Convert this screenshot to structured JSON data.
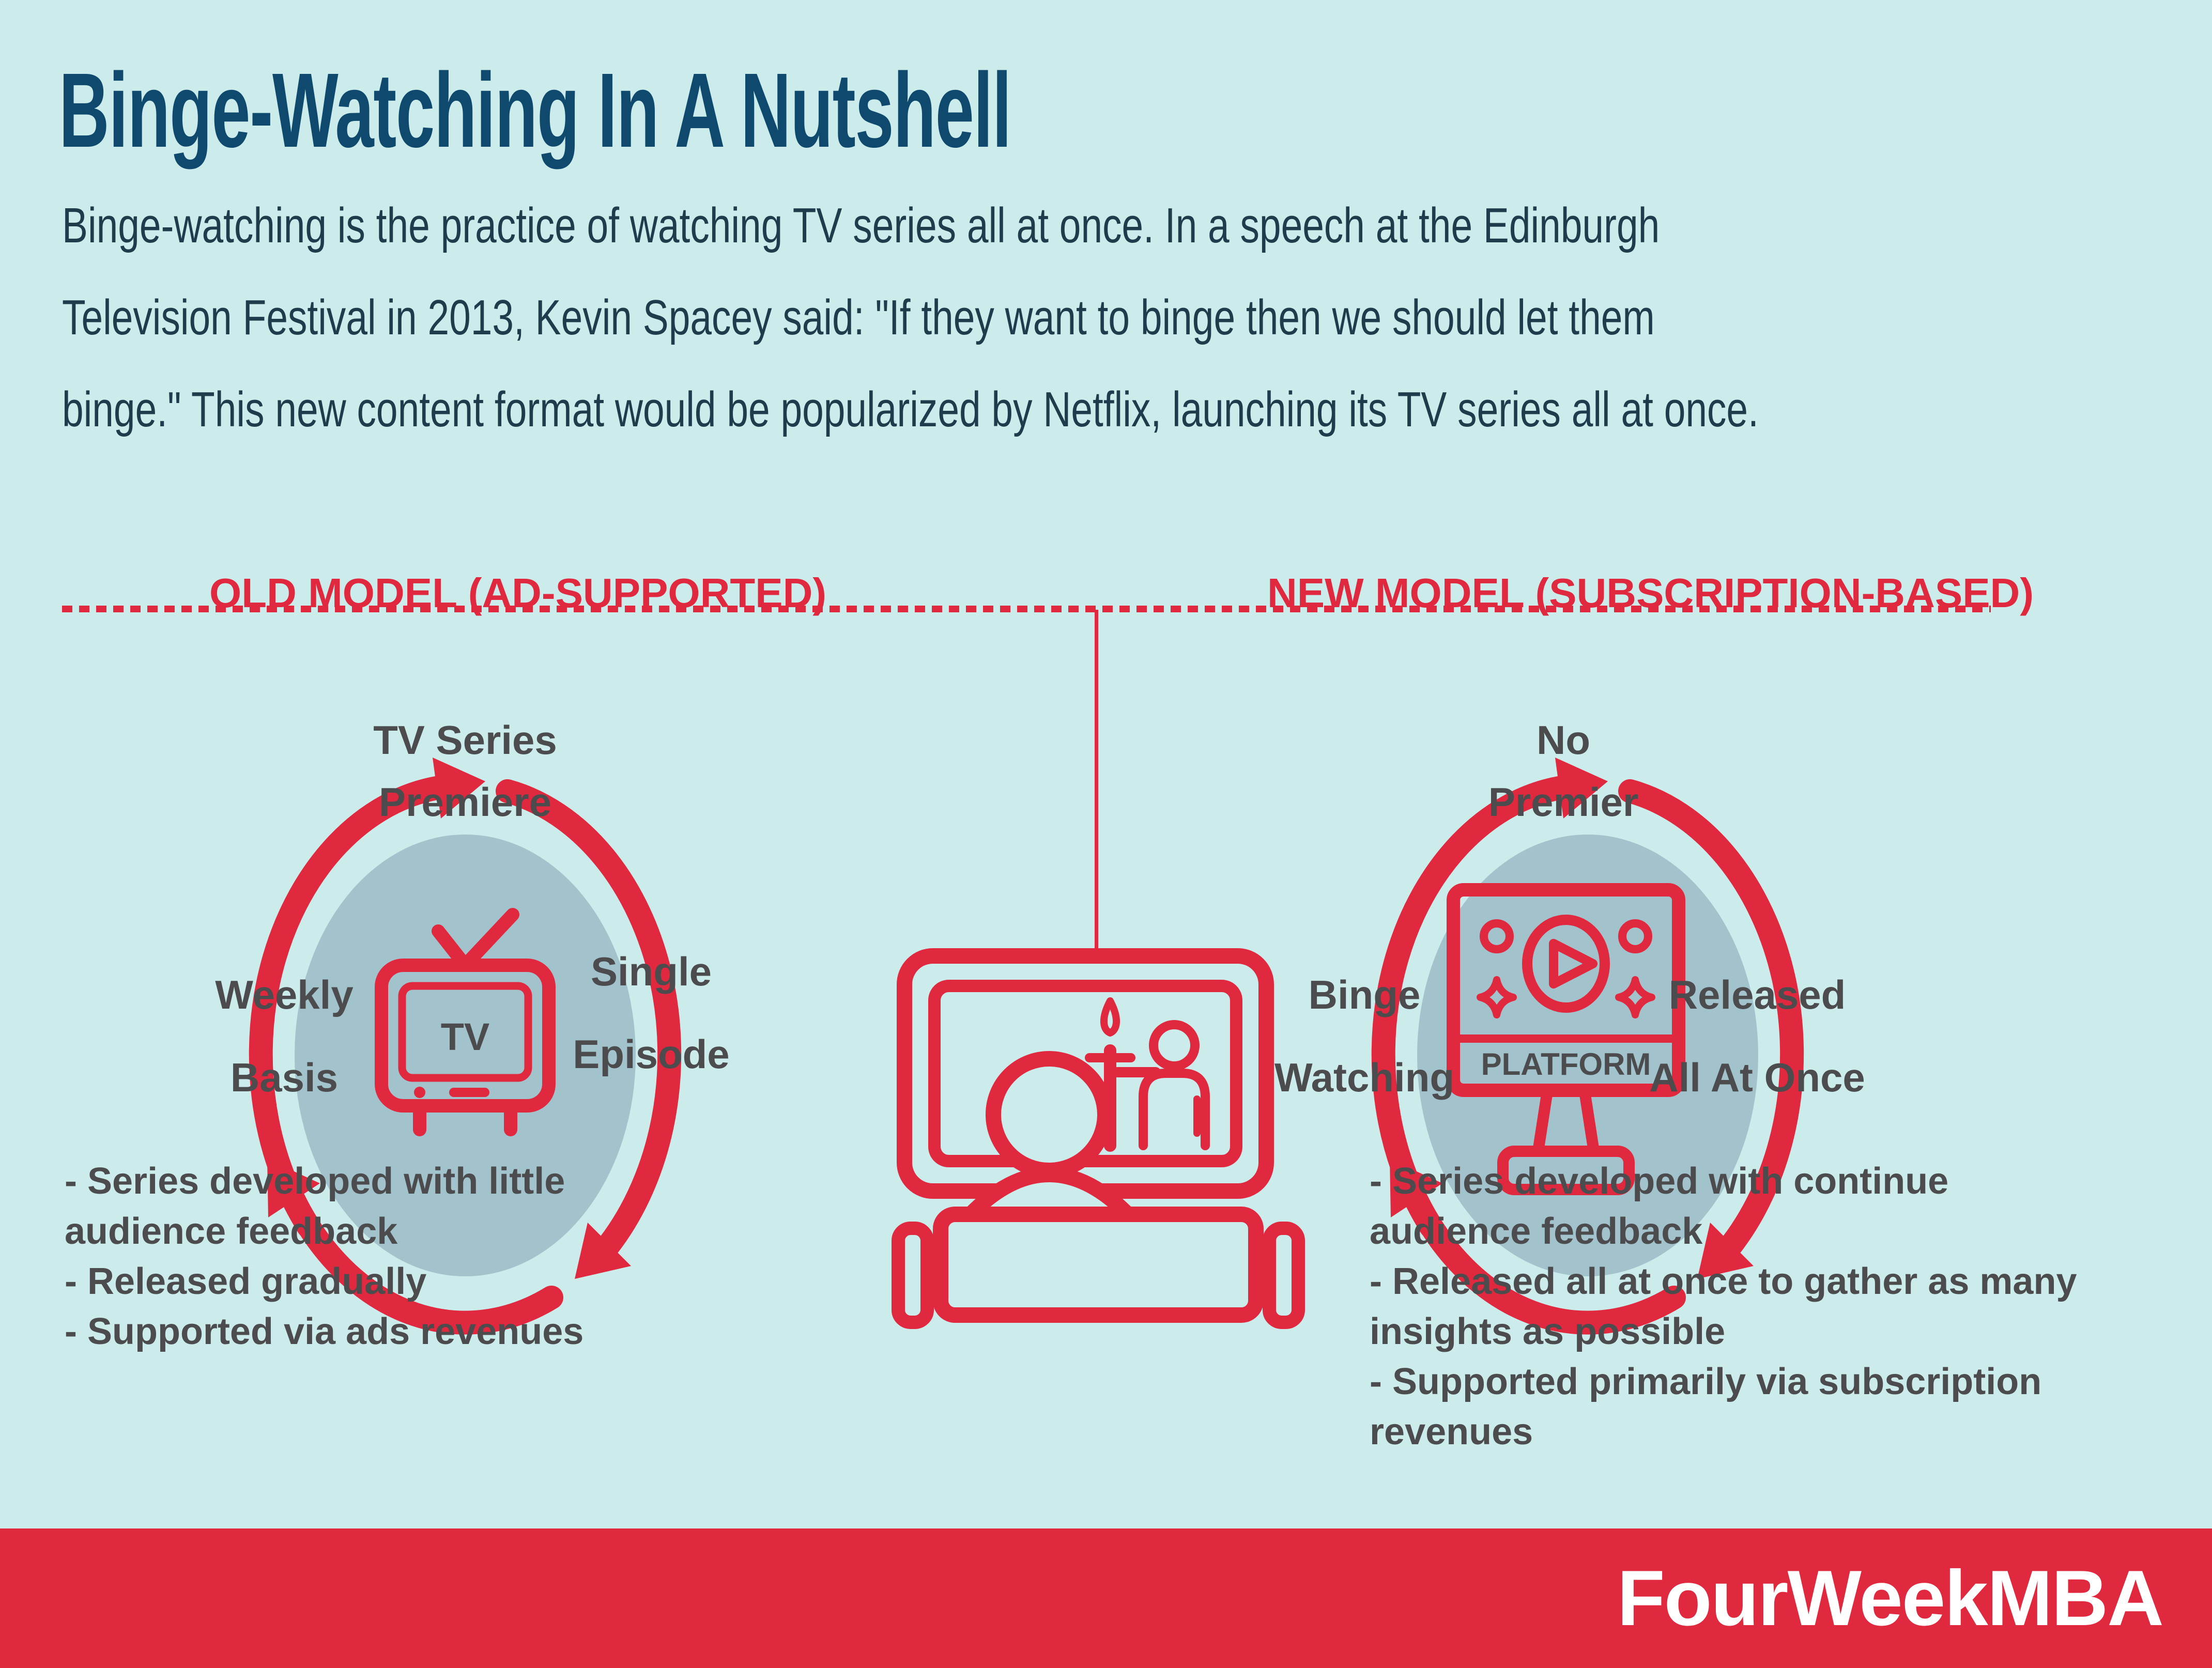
{
  "colors": {
    "bg": "#cbeceb",
    "red": "#e0283f",
    "navy": "#0f4a6e",
    "text": "#1d3c4c",
    "gray": "#4c4c4e",
    "circle": "#a2c3cb",
    "white": "#ffffff"
  },
  "header": {
    "title": "Binge-Watching In A Nutshell",
    "intro_lines": [
      "Binge-watching is the practice of watching TV series all at once. In a speech at the Edinburgh",
      "Television Festival in 2013, Kevin Spacey said: \"If they want to binge then we should let them",
      "binge.\" This new content format would be popularized by Netflix, launching its TV series all at once."
    ]
  },
  "divider": {
    "old_header": "OLD MODEL (AD-SUPPORTED)",
    "new_header": "NEW MODEL (SUBSCRIPTION-BASED)"
  },
  "old_model": {
    "cycle_top": {
      "line1": "TV Series",
      "line2": "Premiere"
    },
    "cycle_left": {
      "line1": "Weekly",
      "line2": "Basis"
    },
    "cycle_right": {
      "line1": "Single",
      "line2": "Episode"
    },
    "tv_label": "TV",
    "bullets": [
      "- Series developed with little audience feedback",
      "- Released gradually",
      "- Supported via ads revenues"
    ]
  },
  "new_model": {
    "cycle_top": {
      "line1": "No",
      "line2": "Premier"
    },
    "cycle_left": {
      "line1": "Binge",
      "line2": "Watching"
    },
    "cycle_right": {
      "line1": "Released",
      "line2": "All At Once"
    },
    "platform_label": "PLATFORM",
    "bullets": [
      "- Series developed with continue audience feedback",
      "- Released all at once to gather as many insights as possible",
      "- Supported primarily via subscription revenues"
    ]
  },
  "footer": {
    "brand": "FourWeekMBA"
  },
  "icons": [
    "cycle-arrows-icon",
    "tv-icon",
    "streaming-platform-icon",
    "binge-viewer-icon"
  ]
}
